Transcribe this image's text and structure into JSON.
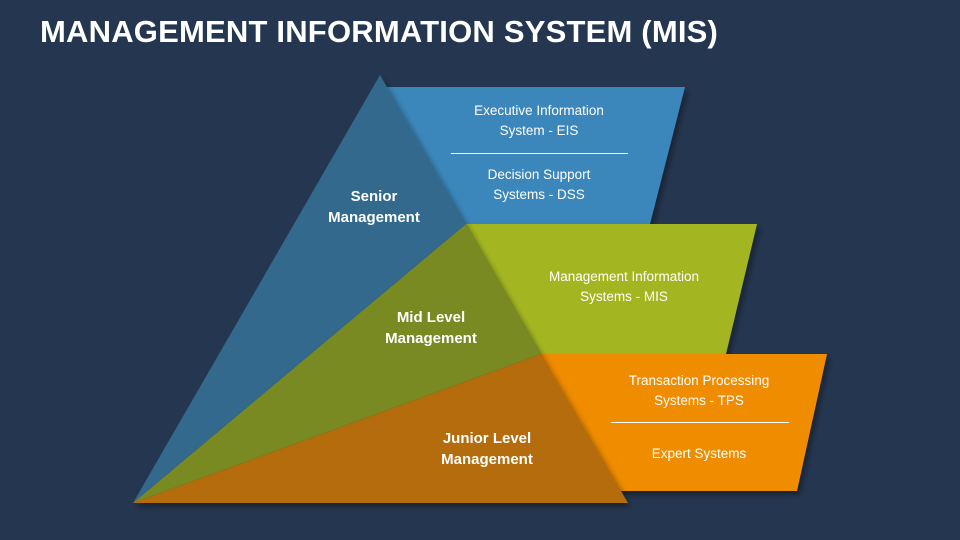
{
  "title": "MANAGEMENT INFORMATION SYSTEM (MIS)",
  "colors": {
    "background": "#253650",
    "senior": "#33698C",
    "senior_panel": "#3A87BB",
    "mid": "#7A8A22",
    "mid_panel": "#A3B623",
    "junior": "#B46C0A",
    "junior_panel": "#F08C00"
  },
  "levels": [
    {
      "name": "Senior\nManagement",
      "systems": [
        "Executive Information\nSystem - EIS",
        "Decision Support\nSystems - DSS"
      ]
    },
    {
      "name": "Mid Level\nManagement",
      "systems": [
        "Management Information\nSystems - MIS"
      ]
    },
    {
      "name": "Junior Level\nManagement",
      "systems": [
        "Transaction Processing\nSystems - TPS",
        "Expert Systems"
      ]
    }
  ]
}
